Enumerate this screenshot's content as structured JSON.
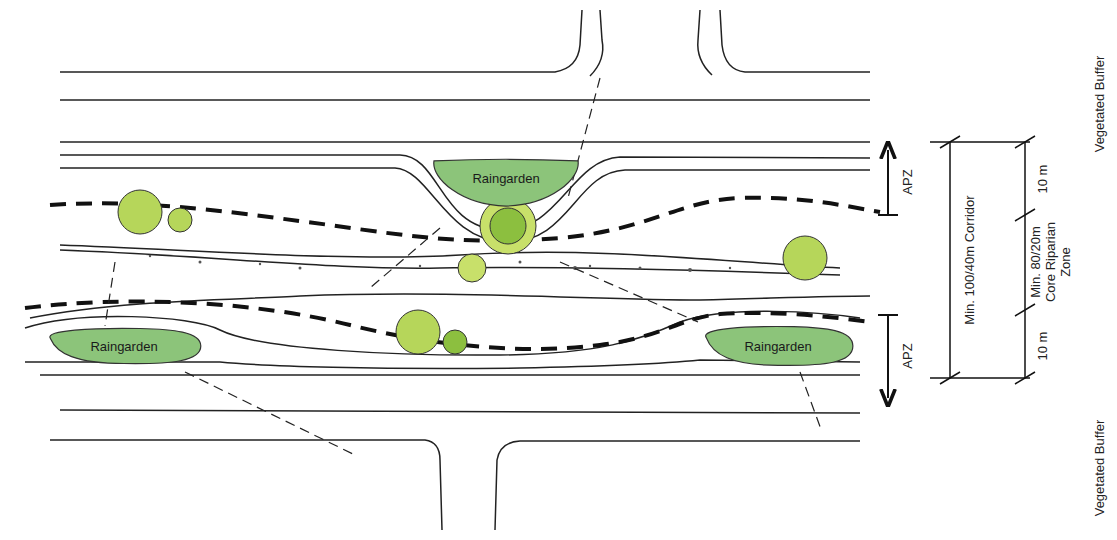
{
  "diagram": {
    "nodes": [
      {
        "text": [
          "Raingarden"
        ]
      },
      {
        "text": [
          "Raingarden"
        ]
      },
      {
        "text": [
          "Raingarden"
        ]
      }
    ],
    "labels": [
      "APZ",
      "APZ",
      "Min. 100/40m Corridor",
      "10 m",
      "10 m",
      "Min. 80/20m Core Riparian Zone",
      "Vegetated Buffer",
      "Vegetated Buffer"
    ]
  }
}
